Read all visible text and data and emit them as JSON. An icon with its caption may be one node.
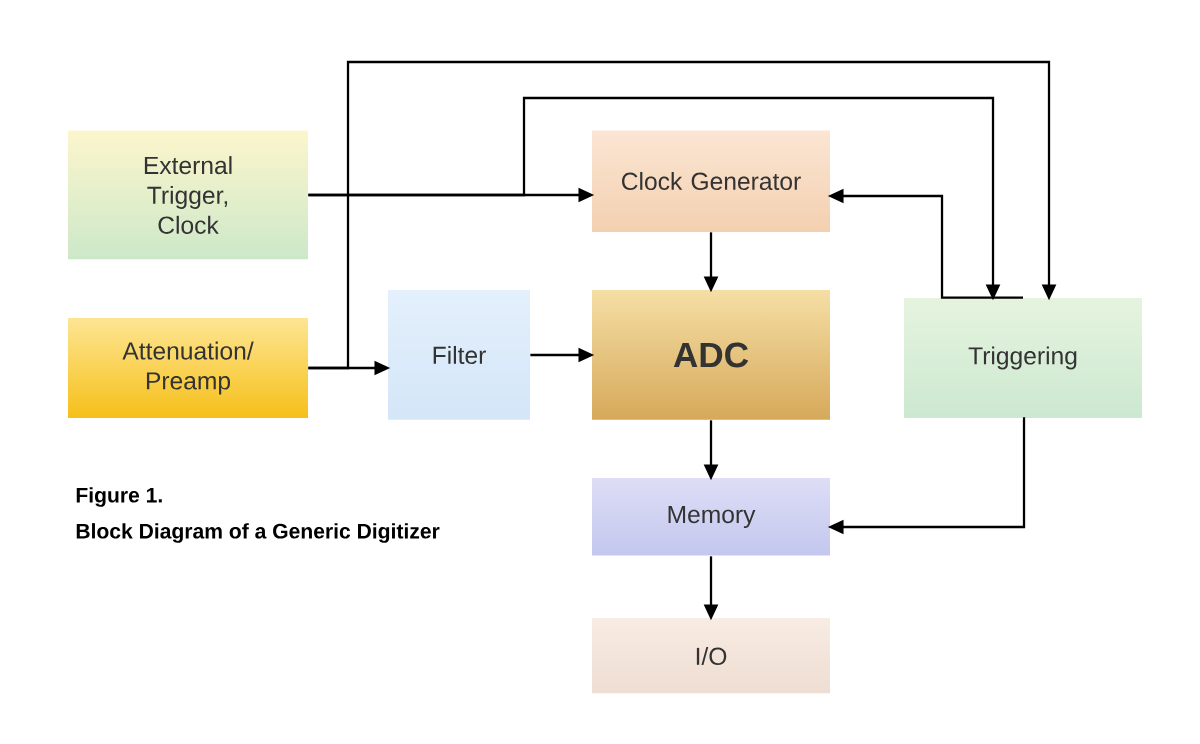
{
  "diagram": {
    "nodes": [
      {
        "text": [
          "External Trigger, Clock"
        ]
      },
      {
        "text": [
          "Clock Generator"
        ]
      },
      {
        "text": [
          "Attenuation/ Preamp"
        ]
      },
      {
        "text": [
          "Filter"
        ]
      },
      {
        "text": [
          "ADC"
        ]
      },
      {
        "text": [
          "Triggering"
        ]
      },
      {
        "text": [
          "Memory"
        ]
      },
      {
        "text": [
          "I/O"
        ]
      }
    ],
    "edges": [
      {
        "from": 0,
        "to": 1,
        "arrow": "to"
      },
      {
        "from": 0,
        "to": 5,
        "arrow": "to"
      },
      {
        "from": 2,
        "to": 3,
        "arrow": "to"
      },
      {
        "from": 2,
        "to": 5,
        "arrow": "to"
      },
      {
        "from": 3,
        "to": 4,
        "arrow": "to"
      },
      {
        "from": 1,
        "to": 4,
        "arrow": "to"
      },
      {
        "from": 5,
        "to": 1,
        "arrow": "to"
      },
      {
        "from": 4,
        "to": 6,
        "arrow": "to"
      },
      {
        "from": 5,
        "to": 6,
        "arrow": "to"
      },
      {
        "from": 6,
        "to": 7,
        "arrow": "to"
      }
    ],
    "labels": [
      "Figure 1.",
      "Block Diagram of a Generic Digitizer"
    ]
  }
}
